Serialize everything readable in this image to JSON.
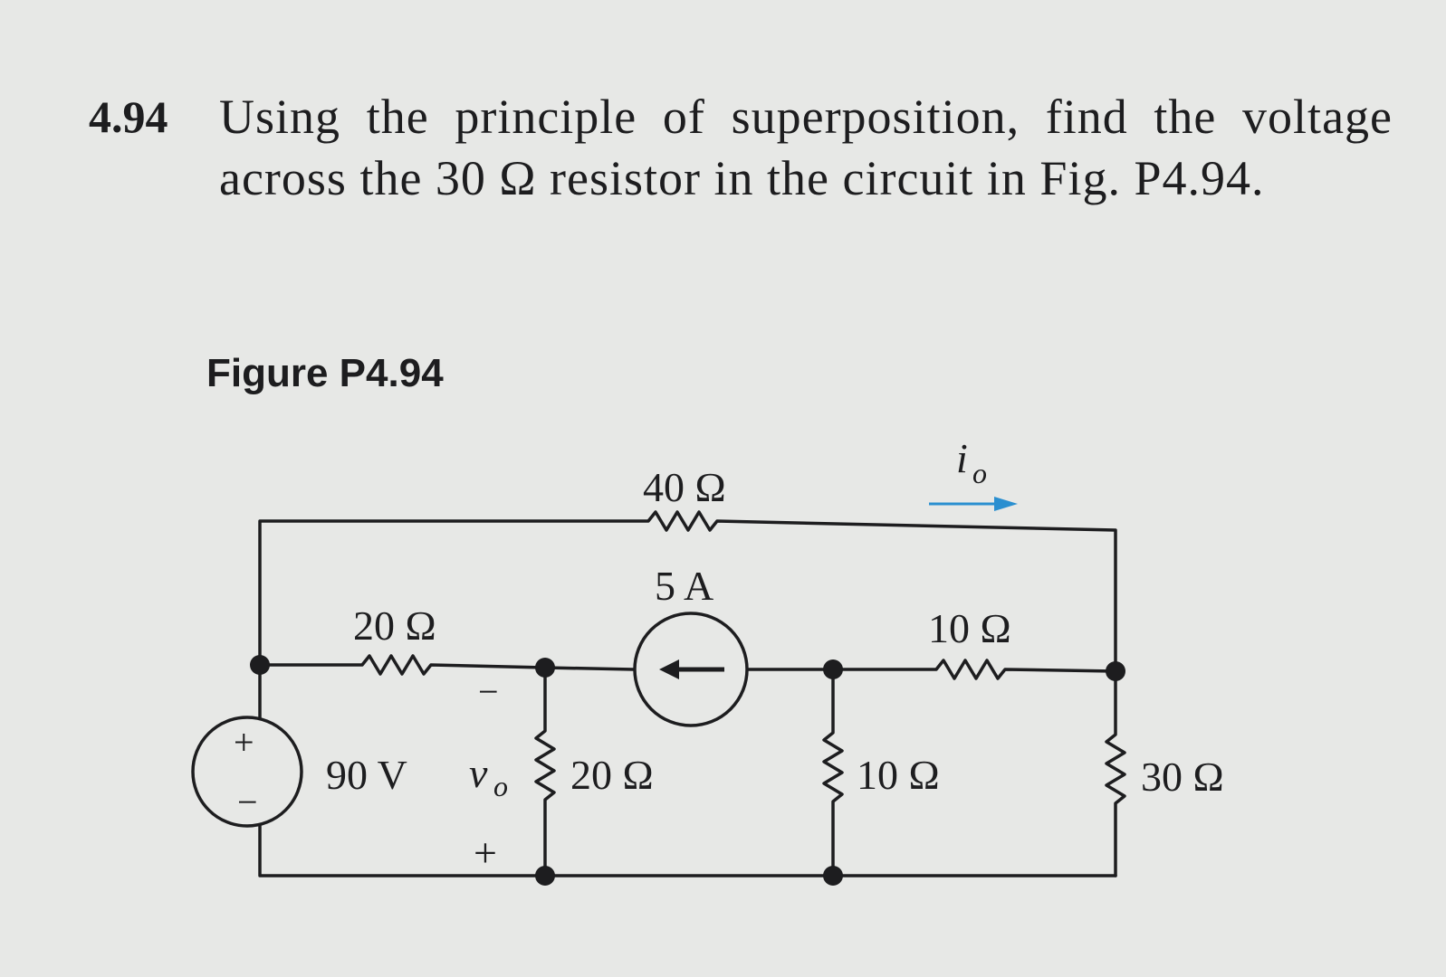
{
  "problem": {
    "number": "4.94",
    "text": "Using the principle of superposition, find the voltage across the 30 Ω resistor in the circuit in Fig. P4.94."
  },
  "figure": {
    "title": "Figure P4.94",
    "labels": {
      "r40": "40 Ω",
      "current_source": "5 A",
      "r20_left": "20 Ω",
      "r10_top": "10 Ω",
      "voltage_source": "90 V",
      "vo_var": "v",
      "vo_sub": "o",
      "vo_minus": "−",
      "vo_plus": "+",
      "r20_mid": "20 Ω",
      "r10_vert": "10 Ω",
      "r30": "30 Ω",
      "io_var": "i",
      "io_sub": "o",
      "source_plus": "+",
      "source_minus": "−"
    },
    "colors": {
      "ink": "#1d1d1f",
      "arrow_blue": "#2a8fd0"
    }
  }
}
